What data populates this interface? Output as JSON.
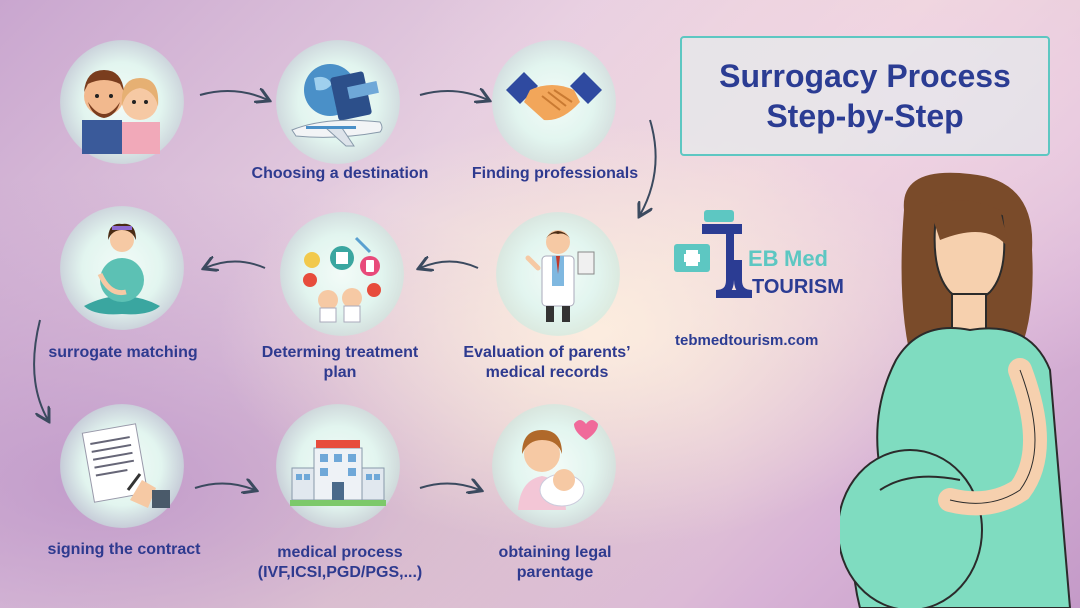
{
  "title": {
    "line1": "Surrogacy Process",
    "line2": "Step-by-Step"
  },
  "brand": {
    "logo_text_med": "Med",
    "logo_text_tourism": "TOURISM",
    "logo_text_eb": "EB",
    "website": "tebmedtourism.com"
  },
  "steps": [
    {
      "label": "",
      "icon": "couple-icon"
    },
    {
      "label": "Choosing a destination",
      "icon": "plane-passport-icon"
    },
    {
      "label": "Finding professionals",
      "icon": "handshake-icon"
    },
    {
      "label": "Evaluation of parents’\nmedical records",
      "icon": "doctor-icon"
    },
    {
      "label": "Determing treatment\nplan",
      "icon": "medical-plan-icon"
    },
    {
      "label": "surrogate matching",
      "icon": "pregnant-woman-icon"
    },
    {
      "label": "signing the contract",
      "icon": "contract-signing-icon"
    },
    {
      "label": "medical process\n(IVF,ICSI,PGD/PGS,...)",
      "icon": "hospital-icon"
    },
    {
      "label": "obtaining legal\nparentage",
      "icon": "mother-baby-icon"
    }
  ],
  "colors": {
    "accent": "#2b3c93",
    "teal": "#5dc7c2",
    "dress": "#7fdcc0",
    "hair": "#7a4b2a"
  }
}
